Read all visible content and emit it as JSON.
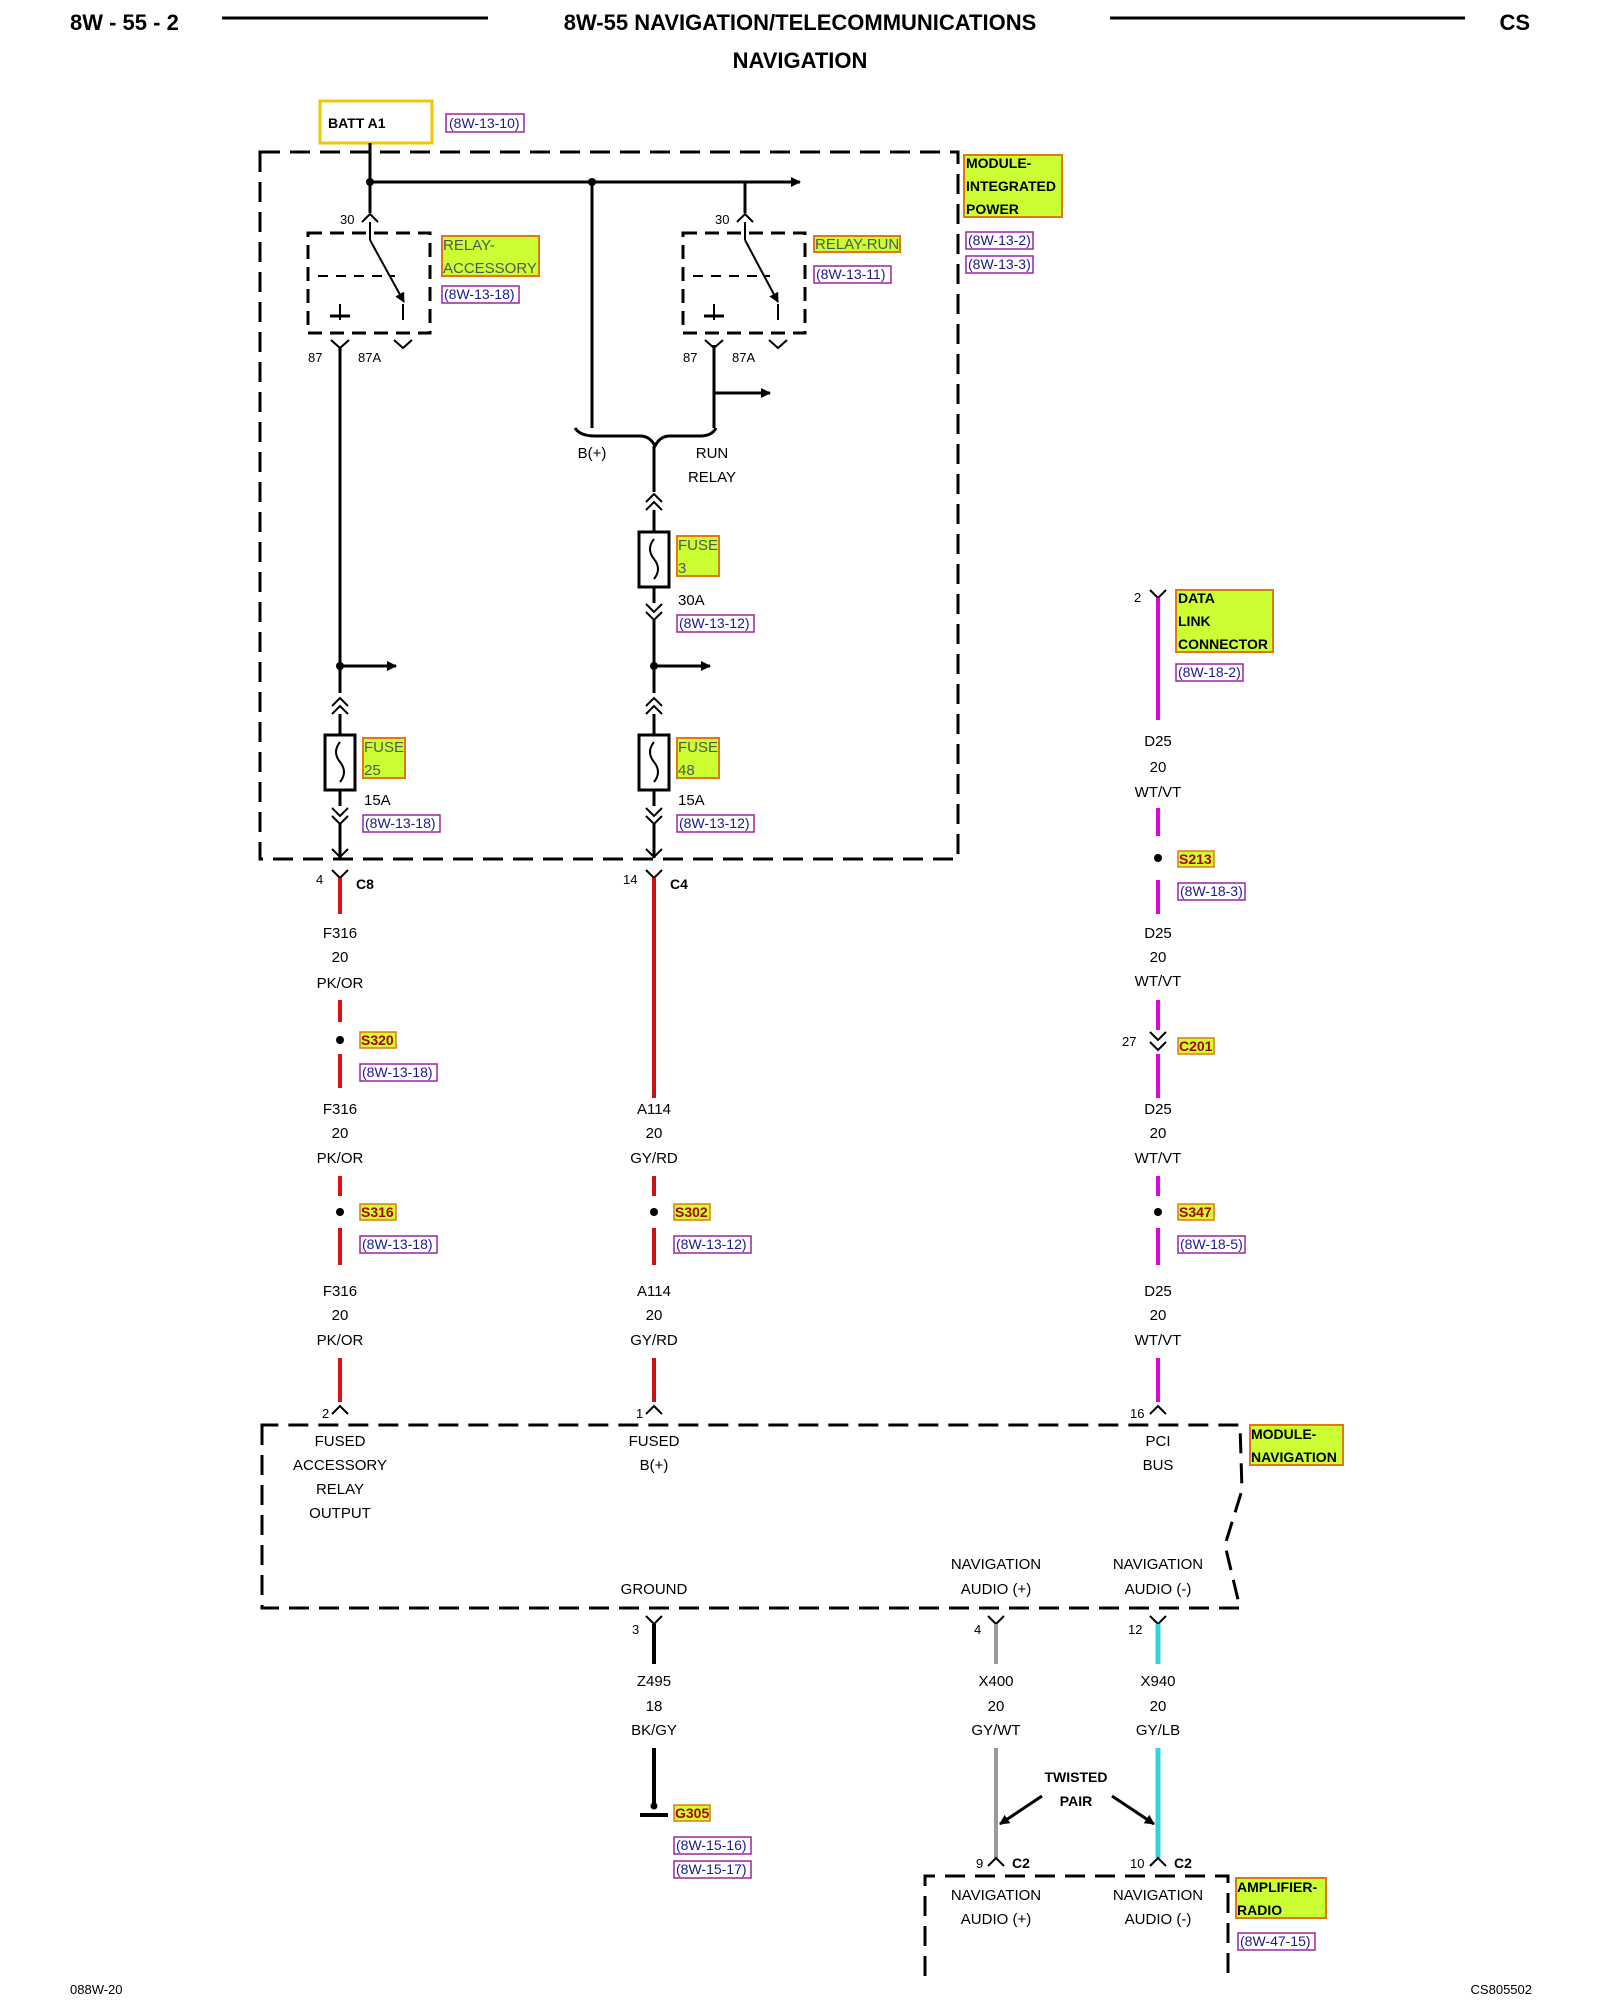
{
  "header": {
    "page_number": "8W - 55 - 2",
    "title": "8W-55 NAVIGATION/TELECOMMUNICATIONS",
    "subtitle": "NAVIGATION",
    "section_code": "CS"
  },
  "batt": {
    "label": "BATT A1",
    "ref": "(8W-13-10)"
  },
  "module_ipm": {
    "line1": "MODULE-",
    "line2": "INTEGRATED",
    "line3": "POWER",
    "ref1": "(8W-13-2)",
    "ref2": "(8W-13-3)"
  },
  "relay_accessory": {
    "line1": "RELAY-",
    "line2": "ACCESSORY",
    "ref": "(8W-13-18)",
    "pin30": "30",
    "pin87": "87",
    "pin87a": "87A"
  },
  "relay_run": {
    "label": "RELAY-RUN",
    "ref": "(8W-13-11)",
    "pin30": "30",
    "pin87": "87",
    "pin87a": "87A"
  },
  "bus_labels": {
    "bplus": "B(+)",
    "run": "RUN",
    "relay": "RELAY"
  },
  "fuse3": {
    "line1": "FUSE",
    "line2": "3",
    "rating": "30A",
    "ref": "(8W-13-12)"
  },
  "fuse25": {
    "line1": "FUSE",
    "line2": "25",
    "rating": "15A",
    "ref": "(8W-13-18)"
  },
  "fuse48": {
    "line1": "FUSE",
    "line2": "48",
    "rating": "15A",
    "ref": "(8W-13-12)"
  },
  "data_link": {
    "pin": "2",
    "line1": "DATA",
    "line2": "LINK",
    "line3": "CONNECTOR",
    "ref": "(8W-18-2)"
  },
  "circuit_left": {
    "conn_pin": "4",
    "conn": "C8",
    "w1": [
      "F316",
      "20",
      "PK/OR"
    ],
    "s1": "S320",
    "s1_ref": "(8W-13-18)",
    "w2": [
      "F316",
      "20",
      "PK/OR"
    ],
    "s2": "S316",
    "s2_ref": "(8W-13-18)",
    "w3": [
      "F316",
      "20",
      "PK/OR"
    ]
  },
  "circuit_mid": {
    "conn_pin": "14",
    "conn": "C4",
    "w1": [
      "A114",
      "20",
      "GY/RD"
    ],
    "s1": "S302",
    "s1_ref": "(8W-13-12)",
    "w2": [
      "A114",
      "20",
      "GY/RD"
    ]
  },
  "circuit_right": {
    "w1": [
      "D25",
      "20",
      "WT/VT"
    ],
    "s1": "S213",
    "s1_ref": "(8W-18-3)",
    "w2": [
      "D25",
      "20",
      "WT/VT"
    ],
    "c_pin": "27",
    "c": "C201",
    "w3": [
      "D25",
      "20",
      "WT/VT"
    ],
    "s2": "S347",
    "s2_ref": "(8W-18-5)",
    "w4": [
      "D25",
      "20",
      "WT/VT"
    ]
  },
  "module_nav": {
    "line1": "MODULE-",
    "line2": "NAVIGATION",
    "pin_left": "2",
    "pin_mid": "1",
    "pin_right": "16",
    "fused_acc": [
      "FUSED",
      "ACCESSORY",
      "RELAY",
      "OUTPUT"
    ],
    "fused_b": [
      "FUSED",
      "B(+)"
    ],
    "pci": [
      "PCI",
      "BUS"
    ],
    "ground": "GROUND",
    "nav_pos": [
      "NAVIGATION",
      "AUDIO (+)"
    ],
    "nav_neg": [
      "NAVIGATION",
      "AUDIO (-)"
    ],
    "pin_gnd": "3",
    "pin_pos": "4",
    "pin_neg": "12"
  },
  "ground_wire": {
    "w": [
      "Z495",
      "18",
      "BK/GY"
    ],
    "g": "G305",
    "ref1": "(8W-15-16)",
    "ref2": "(8W-15-17)"
  },
  "audio_pos_wire": [
    "X400",
    "20",
    "GY/WT"
  ],
  "audio_neg_wire": [
    "X940",
    "20",
    "GY/LB"
  ],
  "twisted": {
    "line1": "TWISTED",
    "line2": "PAIR"
  },
  "amp": {
    "pin_pos": "9",
    "pin_neg": "10",
    "conn": "C2",
    "nav_pos": [
      "NAVIGATION",
      "AUDIO (+)"
    ],
    "nav_neg": [
      "NAVIGATION",
      "AUDIO (-)"
    ],
    "line1": "AMPLIFIER-",
    "line2": "RADIO",
    "ref": "(8W-47-15)"
  },
  "footer": {
    "left": "088W-20",
    "right": "CS805502"
  },
  "colors": {
    "pk_or": "#e01010",
    "gy_rd": "#c81414",
    "wt_vt": "#e000e0",
    "gy_wt": "#9a9a9a",
    "gy_lb": "#34d2dc",
    "highlight": "#ccff33"
  }
}
